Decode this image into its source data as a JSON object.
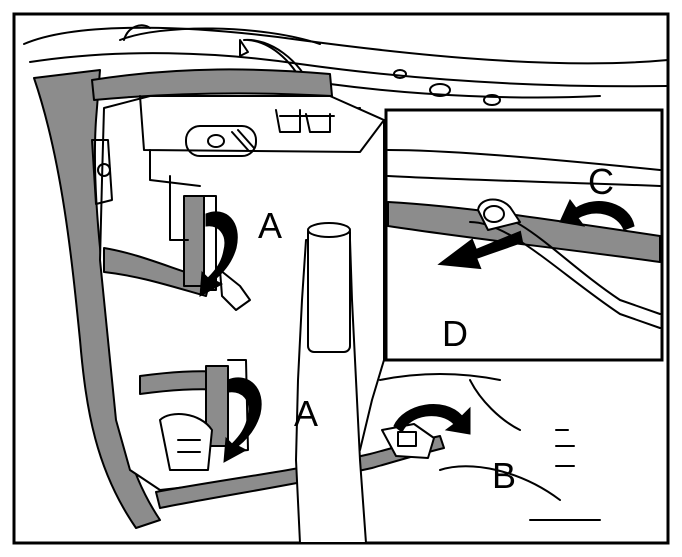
{
  "diagram": {
    "labels": {
      "a_upper": "A",
      "a_lower": "A",
      "b": "B",
      "c": "C",
      "d": "D"
    },
    "colors": {
      "line": "#000000",
      "harness": "#8c8c8c",
      "background": "#ffffff"
    },
    "icons": {
      "release_arrow": "curved-arrow-icon",
      "pull_arrow": "straight-arrow-icon"
    }
  }
}
